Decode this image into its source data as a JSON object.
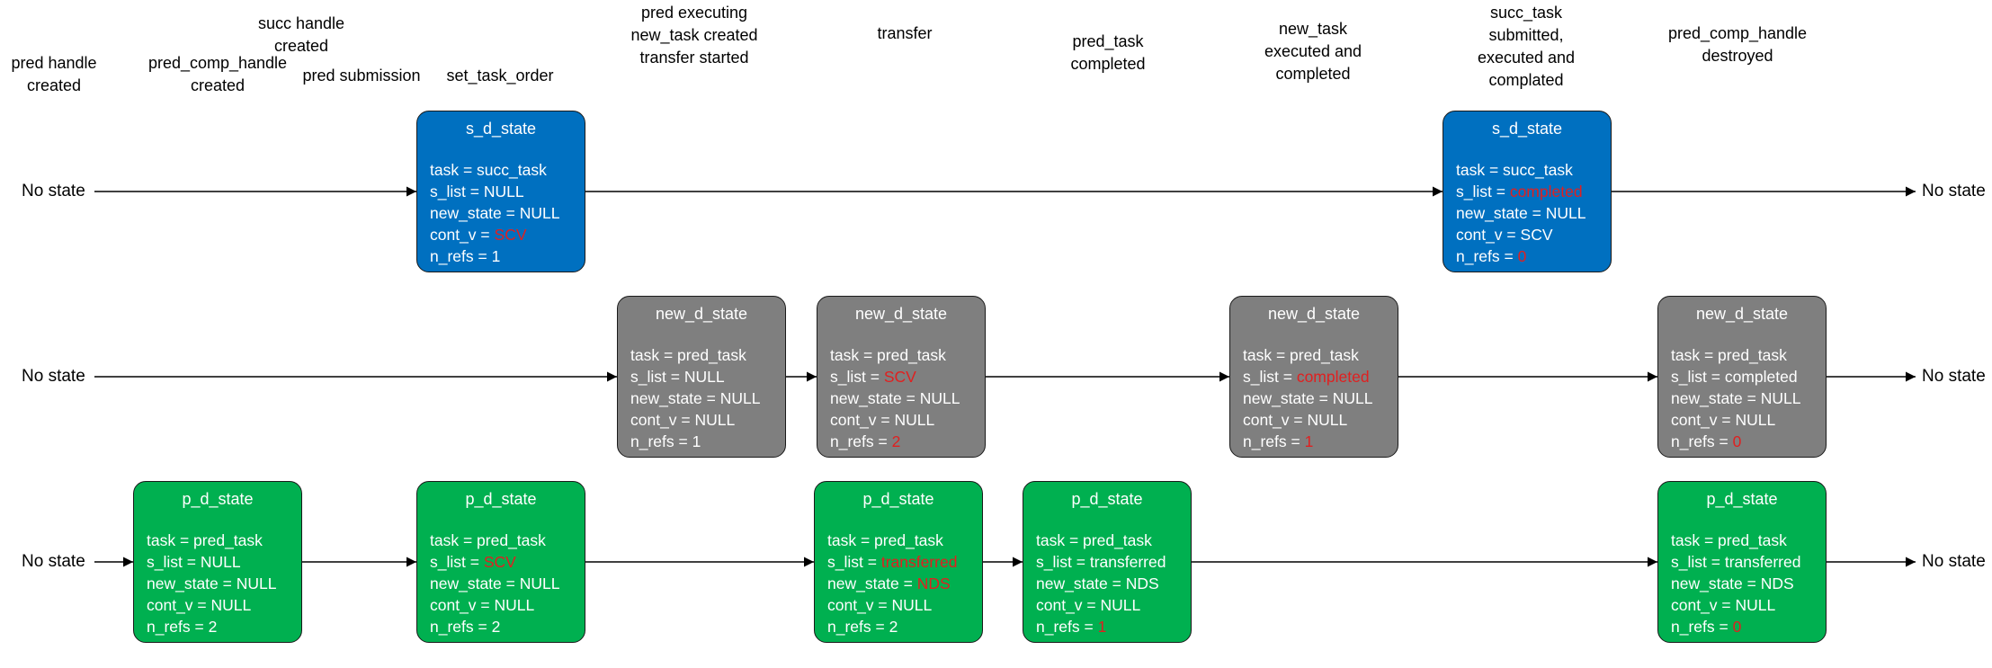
{
  "headers": [
    {
      "id": "h1",
      "text": "pred handle\ncreated"
    },
    {
      "id": "h2",
      "text": "pred_comp_handle\ncreated"
    },
    {
      "id": "h3",
      "text": "succ handle\ncreated"
    },
    {
      "id": "h4",
      "text": "pred submission"
    },
    {
      "id": "h5",
      "text": "set_task_order"
    },
    {
      "id": "h6",
      "text": "pred executing\nnew_task created\ntransfer started"
    },
    {
      "id": "h7",
      "text": "transfer"
    },
    {
      "id": "h8",
      "text": "pred_task\ncompleted"
    },
    {
      "id": "h9",
      "text": "new_task\nexecuted and\ncompleted"
    },
    {
      "id": "h10",
      "text": "succ_task\nsubmitted,\nexecuted and\ncomplated"
    },
    {
      "id": "h11",
      "text": "pred_comp_handle\ndestroyed"
    }
  ],
  "end_label": "No state",
  "colors": {
    "s_d_state": "#0070c0",
    "new_d_state": "#7f7f7f",
    "p_d_state": "#00b050",
    "highlight": "#e02020"
  },
  "rows": [
    {
      "name": "s_d_state",
      "color": "blue",
      "start_label": "No state",
      "nodes": [
        {
          "title": "s_d_state",
          "lines": [
            {
              "label": "task = ",
              "value": "succ_task",
              "hl": false
            },
            {
              "label": "s_list = ",
              "value": "NULL",
              "hl": false
            },
            {
              "label": "new_state = ",
              "value": "NULL",
              "hl": false
            },
            {
              "label": "cont_v = ",
              "value": "SCV",
              "hl": true
            },
            {
              "label": "n_refs = ",
              "value": "1",
              "hl": false
            }
          ]
        },
        {
          "title": "s_d_state",
          "lines": [
            {
              "label": "task = ",
              "value": "succ_task",
              "hl": false
            },
            {
              "label": "s_list = ",
              "value": "completed",
              "hl": true
            },
            {
              "label": "new_state = ",
              "value": "NULL",
              "hl": false
            },
            {
              "label": "cont_v = ",
              "value": "SCV",
              "hl": false
            },
            {
              "label": "n_refs = ",
              "value": "0",
              "hl": true
            }
          ]
        }
      ]
    },
    {
      "name": "new_d_state",
      "color": "gray",
      "start_label": "No state",
      "nodes": [
        {
          "title": "new_d_state",
          "lines": [
            {
              "label": "task = ",
              "value": "pred_task",
              "hl": false
            },
            {
              "label": "s_list = ",
              "value": "NULL",
              "hl": false
            },
            {
              "label": "new_state = ",
              "value": "NULL",
              "hl": false
            },
            {
              "label": "cont_v = ",
              "value": "NULL",
              "hl": false
            },
            {
              "label": "n_refs = ",
              "value": "1",
              "hl": false
            }
          ]
        },
        {
          "title": "new_d_state",
          "lines": [
            {
              "label": "task = ",
              "value": "pred_task",
              "hl": false
            },
            {
              "label": "s_list = ",
              "value": "SCV",
              "hl": true
            },
            {
              "label": "new_state = ",
              "value": "NULL",
              "hl": false
            },
            {
              "label": "cont_v = ",
              "value": "NULL",
              "hl": false
            },
            {
              "label": "n_refs = ",
              "value": "2",
              "hl": true
            }
          ]
        },
        {
          "title": "new_d_state",
          "lines": [
            {
              "label": "task = ",
              "value": "pred_task",
              "hl": false
            },
            {
              "label": "s_list = ",
              "value": "completed",
              "hl": true
            },
            {
              "label": "new_state = ",
              "value": "NULL",
              "hl": false
            },
            {
              "label": "cont_v = ",
              "value": "NULL",
              "hl": false
            },
            {
              "label": "n_refs = ",
              "value": "1",
              "hl": true
            }
          ]
        },
        {
          "title": "new_d_state",
          "lines": [
            {
              "label": "task = ",
              "value": "pred_task",
              "hl": false
            },
            {
              "label": "s_list = ",
              "value": "completed",
              "hl": false
            },
            {
              "label": "new_state = ",
              "value": "NULL",
              "hl": false
            },
            {
              "label": "cont_v = ",
              "value": "NULL",
              "hl": false
            },
            {
              "label": "n_refs = ",
              "value": "0",
              "hl": true
            }
          ]
        }
      ]
    },
    {
      "name": "p_d_state",
      "color": "green",
      "start_label": "No state",
      "nodes": [
        {
          "title": "p_d_state",
          "lines": [
            {
              "label": "task = ",
              "value": "pred_task",
              "hl": false
            },
            {
              "label": "s_list = ",
              "value": "NULL",
              "hl": false
            },
            {
              "label": "new_state = ",
              "value": "NULL",
              "hl": false
            },
            {
              "label": "cont_v = ",
              "value": "NULL",
              "hl": false
            },
            {
              "label": "n_refs = ",
              "value": "2",
              "hl": false
            }
          ]
        },
        {
          "title": "p_d_state",
          "lines": [
            {
              "label": "task = ",
              "value": "pred_task",
              "hl": false
            },
            {
              "label": "s_list = ",
              "value": "SCV",
              "hl": true
            },
            {
              "label": "new_state = ",
              "value": "NULL",
              "hl": false
            },
            {
              "label": "cont_v = ",
              "value": "NULL",
              "hl": false
            },
            {
              "label": "n_refs = ",
              "value": "2",
              "hl": false
            }
          ]
        },
        {
          "title": "p_d_state",
          "lines": [
            {
              "label": "task = ",
              "value": "pred_task",
              "hl": false
            },
            {
              "label": "s_list = ",
              "value": "transferred",
              "hl": true
            },
            {
              "label": "new_state = ",
              "value": "NDS",
              "hl": true
            },
            {
              "label": "cont_v = ",
              "value": "NULL",
              "hl": false
            },
            {
              "label": "n_refs = ",
              "value": "2",
              "hl": false
            }
          ]
        },
        {
          "title": "p_d_state",
          "lines": [
            {
              "label": "task = ",
              "value": "pred_task",
              "hl": false
            },
            {
              "label": "s_list = ",
              "value": "transferred",
              "hl": false
            },
            {
              "label": "new_state = ",
              "value": "NDS",
              "hl": false
            },
            {
              "label": "cont_v = ",
              "value": "NULL",
              "hl": false
            },
            {
              "label": "n_refs = ",
              "value": "1",
              "hl": true
            }
          ]
        },
        {
          "title": "p_d_state",
          "lines": [
            {
              "label": "task = ",
              "value": "pred_task",
              "hl": false
            },
            {
              "label": "s_list = ",
              "value": "transferred",
              "hl": false
            },
            {
              "label": "new_state = ",
              "value": "NDS",
              "hl": false
            },
            {
              "label": "cont_v = ",
              "value": "NULL",
              "hl": false
            },
            {
              "label": "n_refs = ",
              "value": "0",
              "hl": true
            }
          ]
        }
      ]
    }
  ]
}
